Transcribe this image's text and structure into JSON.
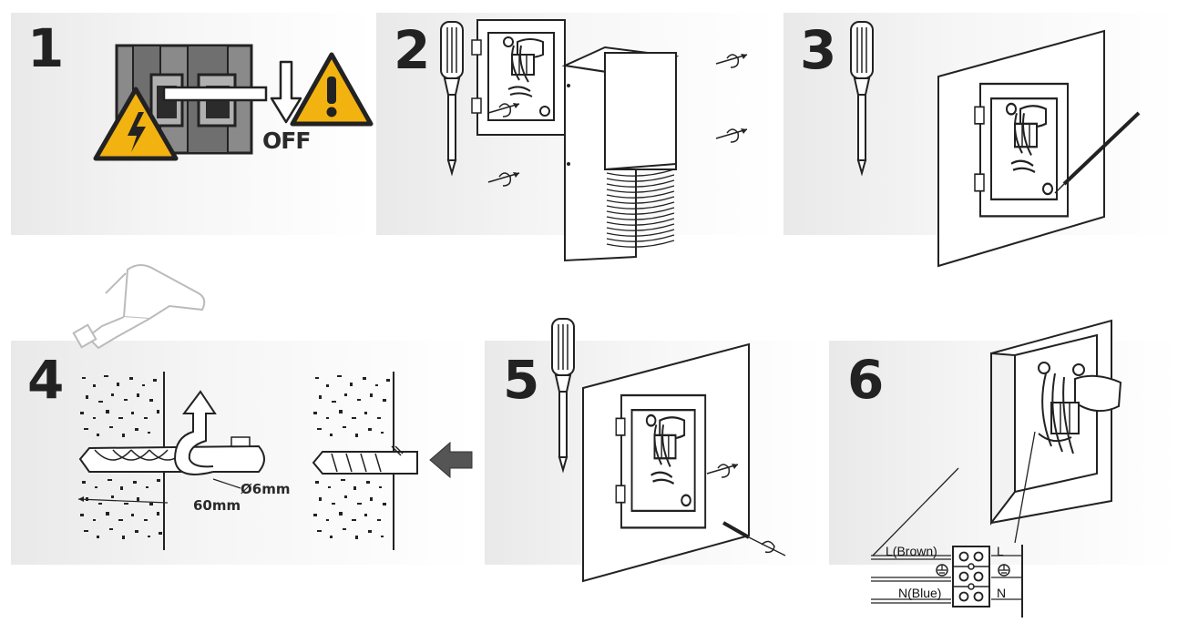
{
  "steps": [
    {
      "number": "1"
    },
    {
      "number": "2"
    },
    {
      "number": "3"
    },
    {
      "number": "4"
    },
    {
      "number": "5"
    },
    {
      "number": "6"
    }
  ],
  "step1": {
    "off_label": "OFF"
  },
  "step4": {
    "diameter_label": "Ø6mm",
    "depth_label": "60mm"
  },
  "step6": {
    "live_wire_label": "L(Brown)",
    "neutral_wire_label": "N(Blue)",
    "terminal_live": "L",
    "terminal_neutral": "N"
  },
  "icons": [
    "screwdriver-icon",
    "electric-hazard-icon",
    "warning-icon",
    "drill-icon",
    "down-arrow-icon",
    "push-arrow-icon",
    "ground-symbol-icon"
  ],
  "colors": {
    "warning_yellow": "#f2b311",
    "panel_grey": "#ececec",
    "line": "#222222"
  }
}
